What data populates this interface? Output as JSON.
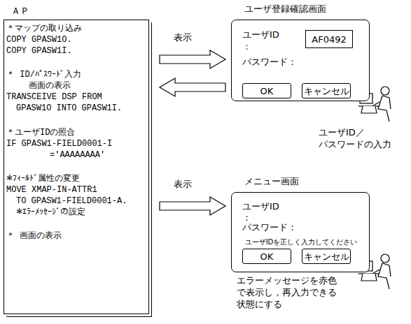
{
  "diagram": {
    "nodes": [
      {
        "text": [
          "ＡＰ",
          "＊マップの取り込み",
          "COPY GPASW1O.",
          "COPY GPASW1I.",
          "＊ ID/ﾊﾟｽﾜｰﾄﾞ入力",
          "画面の表示",
          "TRANSCEIVE DSP FROM",
          "GPASW1O INTO GPASW1I.",
          "＊ユーザIDの照合",
          "IF GPASW1-FIELD0001-I",
          "='AAAAAAAA'",
          "＊ﾌｨｰﾙﾄﾞ属性の変更",
          "MOVE XMAP-IN-ATTR1",
          "TO GPASW1-FIELD0001-A.",
          "＊ｴﾗｰﾒｯｾｰｼﾞの設定",
          "＊ 画面の表示"
        ]
      },
      {
        "text": [
          "ユーザ登録確認画面",
          "ユーザID",
          "：",
          "パスワード："
        ]
      },
      {
        "text": [
          "AF0492"
        ],
        "in": 1
      },
      {
        "text": [
          "OK"
        ],
        "in": 1
      },
      {
        "text": [
          "キャンセル"
        ],
        "in": 1
      },
      {
        "text": [
          "メニュー画面",
          "ユーザID",
          "：",
          "パスワード：",
          "ユーザIDを正しく入力してください"
        ]
      },
      {
        "text": [
          "OK"
        ],
        "in": 5
      },
      {
        "text": [
          "キャンセル"
        ],
        "in": 5
      }
    ],
    "edges": [
      {
        "from": 0,
        "to": 1,
        "label": "表示",
        "arrow": "to"
      },
      {
        "from": 1,
        "to": 0,
        "arrow": "to"
      },
      {
        "from": 0,
        "to": 5,
        "label": "表示",
        "arrow": "to"
      }
    ],
    "labels": [
      "ユーザID／ パスワードの入力",
      "エラーメッセージを赤色 で表示し，再入力できる 状態にする"
    ]
  }
}
